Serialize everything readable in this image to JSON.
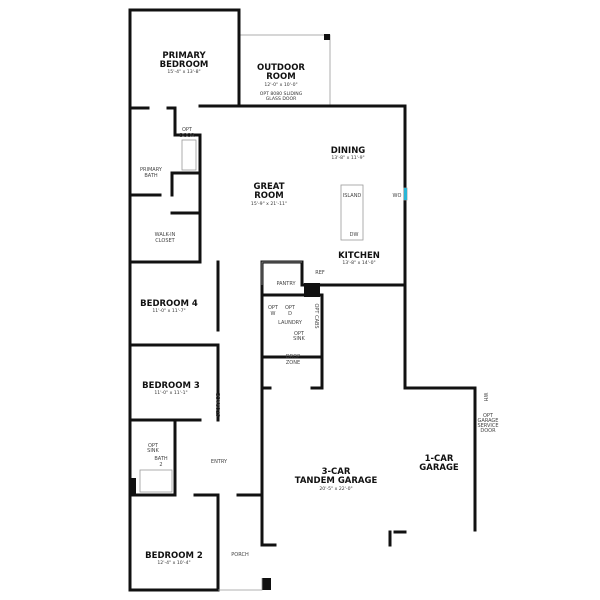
{
  "rooms": {
    "primary_bedroom": {
      "l1": "PRIMARY",
      "l2": "BEDROOM",
      "dim": "15'-4\" x 13'-8\""
    },
    "outdoor_room": {
      "l1": "OUTDOOR",
      "l2": "ROOM",
      "dim": "12'-0\" x 10'-0\"",
      "note1": "OPT 8080 SLIDING",
      "note2": "GLASS DOOR"
    },
    "dining": {
      "name": "DINING",
      "dim": "13'-8\" x 11'-9\""
    },
    "great_room": {
      "l1": "GREAT",
      "l2": "ROOM",
      "dim": "15'-9\" x 21'-11\""
    },
    "kitchen": {
      "name": "KITCHEN",
      "dim": "13'-8\" x 14'-0\""
    },
    "bedroom4": {
      "name": "BEDROOM 4",
      "dim": "11'-0\" x 11'-7\""
    },
    "bedroom3": {
      "name": "BEDROOM 3",
      "dim": "11'-0\" x 11'-1\""
    },
    "bedroom2": {
      "name": "BEDROOM 2",
      "dim": "12'-4\" x 10'-4\""
    },
    "garage3": {
      "l1": "3-CAR",
      "l2": "TANDEM GARAGE",
      "dim": "20'-5\" x 22'-0\""
    },
    "garage1": {
      "l1": "1-CAR",
      "l2": "GARAGE"
    }
  },
  "labels": {
    "opt_door": [
      "OPT",
      "DOOR"
    ],
    "primary_bath": [
      "PRIMARY",
      "BATH"
    ],
    "walkin": [
      "WALK-IN",
      "CLOSET"
    ],
    "island": "ISLAND",
    "dw": "DW",
    "wo": "WO",
    "ref": "REF",
    "pantry": "PANTRY",
    "laundry": "LAUNDRY",
    "opt_w": [
      "OPT",
      "W"
    ],
    "opt_d": [
      "OPT",
      "D"
    ],
    "opt_cabs": "OPT CABS",
    "opt_sink": [
      "OPT",
      "SINK"
    ],
    "drop_zone": [
      "DROP",
      "ZONE"
    ],
    "storage": "STORAGE",
    "entry": "ENTRY",
    "bath2": [
      "BATH",
      "2"
    ],
    "porch": "PORCH",
    "wh": "WH",
    "service_door": [
      "OPT",
      "GARAGE",
      "SERVICE",
      "DOOR"
    ]
  },
  "colors": {
    "wall": "#111111",
    "accent": "#29b6d6"
  }
}
